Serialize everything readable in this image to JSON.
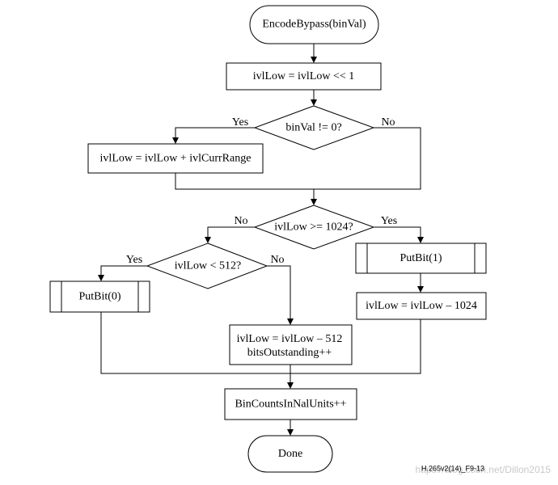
{
  "diagram": {
    "start_label": "EncodeBypass(binVal)",
    "shift_label": "ivlLow = ivlLow << 1",
    "decision_binval": "binVal != 0?",
    "add_range_label": "ivlLow = ivlLow + ivlCurrRange",
    "decision_1024": "ivlLow >= 1024?",
    "decision_512": "ivlLow < 512?",
    "putbit1_label": "PutBit(1)",
    "subtract_1024_label": "ivlLow = ivlLow – 1024",
    "putbit0_label": "PutBit(0)",
    "subtract_512_line1": "ivlLow = ivlLow – 512",
    "subtract_512_line2": "bitsOutstanding++",
    "bincounts_label": "BinCountsInNalUnits++",
    "done_label": "Done",
    "edge_labels": {
      "binval_yes": "Yes",
      "binval_no": "No",
      "ge1024_no": "No",
      "ge1024_yes": "Yes",
      "lt512_yes": "Yes",
      "lt512_no": "No"
    },
    "figure_id": "H.265v2(14)_F9-13",
    "watermark": "https://blog.csdn.net/Dillon2015"
  }
}
